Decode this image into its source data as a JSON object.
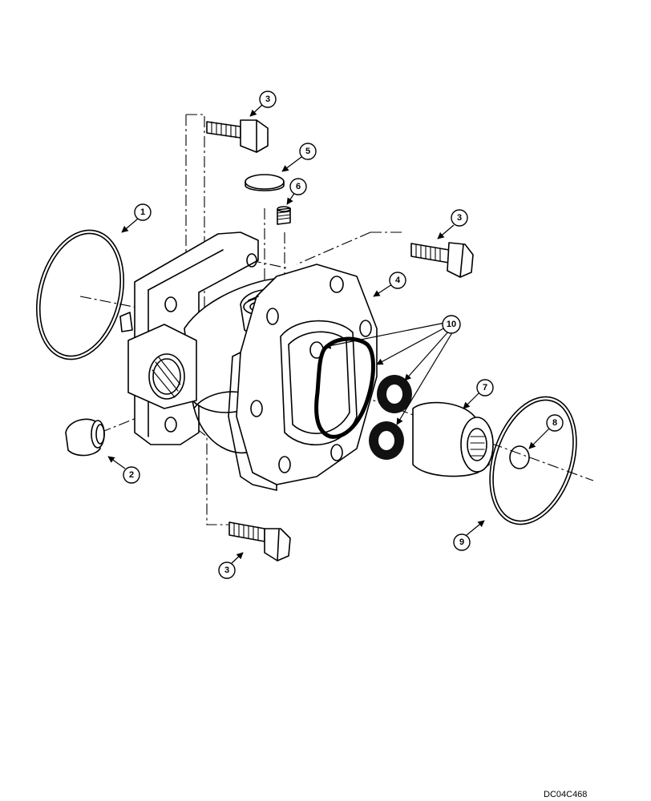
{
  "callouts": {
    "c1": "1",
    "c2": "2",
    "c3_top": "3",
    "c3_right": "3",
    "c3_bottom": "3",
    "c4": "4",
    "c5": "5",
    "c6": "6",
    "c7": "7",
    "c8": "8",
    "c9": "9",
    "c10": "10"
  },
  "figure_code": "DC04C468"
}
